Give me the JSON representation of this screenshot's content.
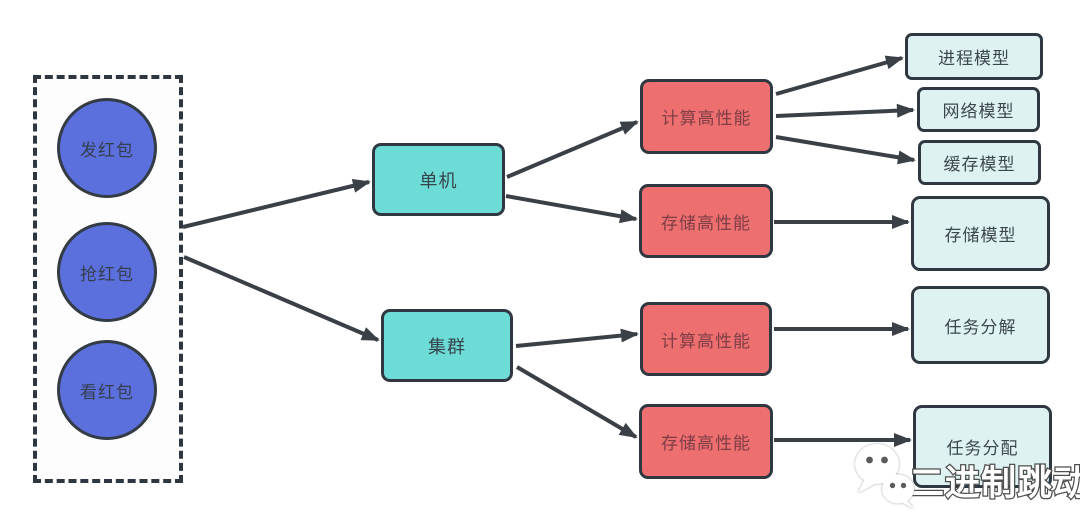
{
  "diagram": {
    "circles": [
      {
        "id": "send-red-packet",
        "label": "发红包"
      },
      {
        "id": "grab-red-packet",
        "label": "抢红包"
      },
      {
        "id": "view-red-packet",
        "label": "看红包"
      }
    ],
    "nodes": {
      "standalone": {
        "label": "单机"
      },
      "cluster": {
        "label": "集群"
      },
      "compute_perf_standalone": {
        "label": "计算高性能"
      },
      "storage_perf_standalone": {
        "label": "存储高性能"
      },
      "compute_perf_cluster": {
        "label": "计算高性能"
      },
      "storage_perf_cluster": {
        "label": "存储高性能"
      },
      "process_model": {
        "label": "进程模型"
      },
      "network_model": {
        "label": "网络模型"
      },
      "cache_model": {
        "label": "缓存模型"
      },
      "storage_model": {
        "label": "存储模型"
      },
      "task_decompose": {
        "label": "任务分解"
      },
      "task_assign": {
        "label": "任务分配"
      }
    },
    "edges": [
      {
        "from": "red-packet-group",
        "to": "standalone"
      },
      {
        "from": "red-packet-group",
        "to": "cluster"
      },
      {
        "from": "standalone",
        "to": "compute_perf_standalone"
      },
      {
        "from": "standalone",
        "to": "storage_perf_standalone"
      },
      {
        "from": "compute_perf_standalone",
        "to": "process_model"
      },
      {
        "from": "compute_perf_standalone",
        "to": "network_model"
      },
      {
        "from": "compute_perf_standalone",
        "to": "cache_model"
      },
      {
        "from": "storage_perf_standalone",
        "to": "storage_model"
      },
      {
        "from": "cluster",
        "to": "compute_perf_cluster"
      },
      {
        "from": "cluster",
        "to": "storage_perf_cluster"
      },
      {
        "from": "compute_perf_cluster",
        "to": "task_decompose"
      },
      {
        "from": "storage_perf_cluster",
        "to": "task_assign"
      }
    ],
    "watermark": {
      "label": "二进制跳动",
      "icon": "wechat-icon"
    },
    "colors": {
      "circle_fill": "#5b70dc",
      "teal_fill": "#6edcd6",
      "red_fill": "#ed6f6f",
      "light_fill": "#def3f1",
      "node_border": "#2f3841",
      "arrow": "#3a4046",
      "dark_text": "#3d4750",
      "red_text": "#7f3d46",
      "watermark_fill": "#ffffff",
      "watermark_outline": "#4f4f4f"
    }
  }
}
